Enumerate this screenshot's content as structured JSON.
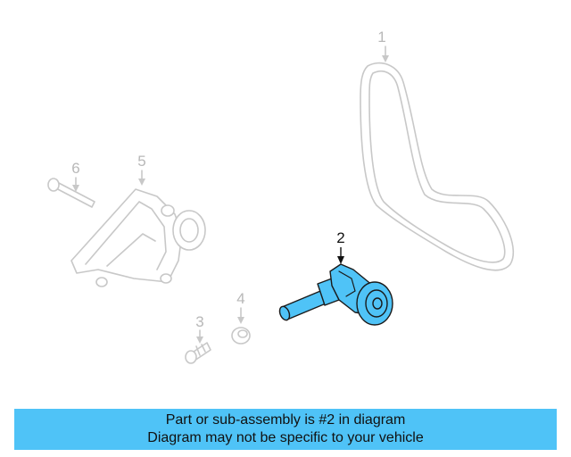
{
  "diagram": {
    "callouts": [
      {
        "label": "1",
        "part": "serpentine-belt"
      },
      {
        "label": "2",
        "part": "belt-tensioner",
        "highlighted": true
      },
      {
        "label": "3",
        "part": "bolt"
      },
      {
        "label": "4",
        "part": "washer"
      },
      {
        "label": "5",
        "part": "mounting-bracket"
      },
      {
        "label": "6",
        "part": "long-bolt"
      }
    ],
    "highlight_color": "#4fc3f7",
    "ghost_color": "#c8c8c8"
  },
  "banner": {
    "line1": "Part or sub-assembly is #2 in diagram",
    "line2": "Diagram may not be specific to your vehicle",
    "background": "#4fc3f7"
  }
}
